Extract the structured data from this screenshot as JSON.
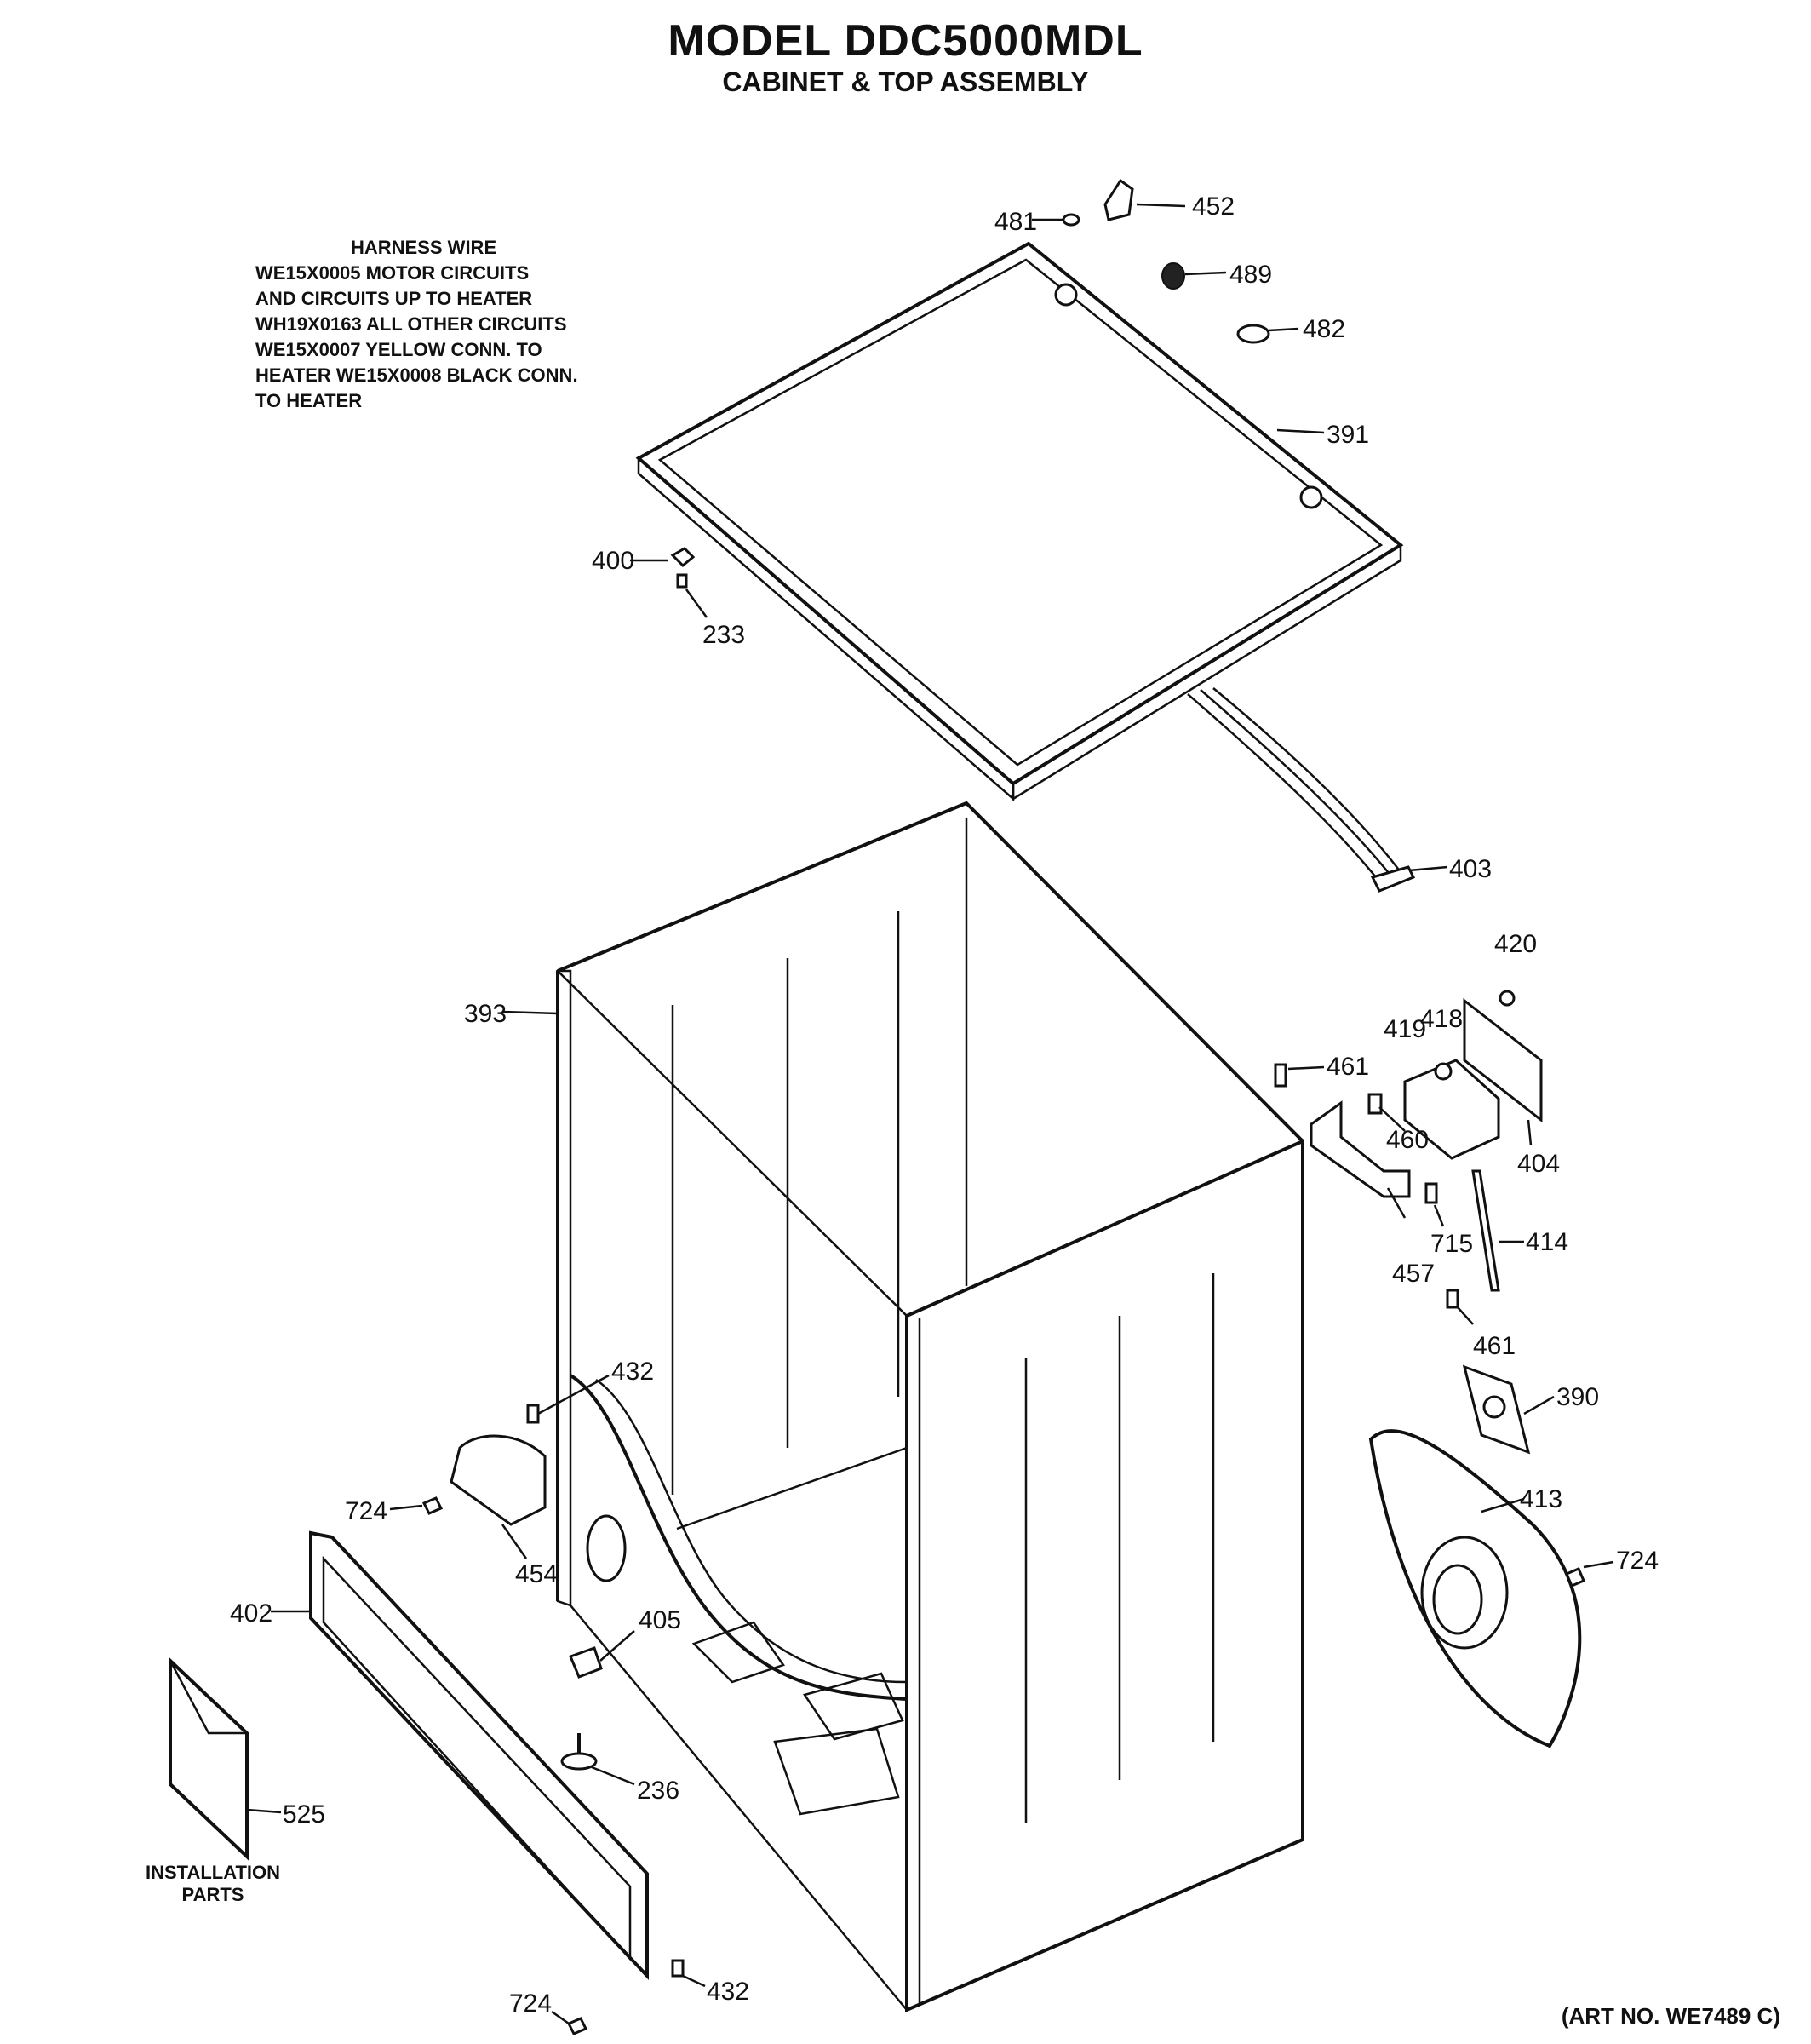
{
  "header": {
    "title": "MODEL DDC5000MDL",
    "subtitle": "CABINET & TOP ASSEMBLY"
  },
  "harness_note": {
    "title": "HARNESS WIRE",
    "lines": [
      "WE15X0005 MOTOR CIRCUITS",
      "AND CIRCUITS UP TO HEATER",
      "WH19X0163 ALL OTHER CIRCUITS",
      "WE15X0007 YELLOW CONN. TO",
      "HEATER WE15X0008 BLACK CONN.",
      "TO HEATER"
    ]
  },
  "installation_label": [
    "INSTALLATION",
    "PARTS"
  ],
  "art_number": "(ART NO. WE7489 C)",
  "part_labels": {
    "p481": "481",
    "p452": "452",
    "p489": "489",
    "p482": "482",
    "p391": "391",
    "p400": "400",
    "p233": "233",
    "p403": "403",
    "p420": "420",
    "p393": "393",
    "p419": "419",
    "p418": "418",
    "p461a": "461",
    "p460": "460",
    "p404": "404",
    "p715": "715",
    "p414": "414",
    "p457": "457",
    "p461b": "461",
    "p432a": "432",
    "p390": "390",
    "p413": "413",
    "p724a": "724",
    "p454": "454",
    "p724b": "724",
    "p402": "402",
    "p405": "405",
    "p236": "236",
    "p525": "525",
    "p724c": "724",
    "p432b": "432"
  }
}
